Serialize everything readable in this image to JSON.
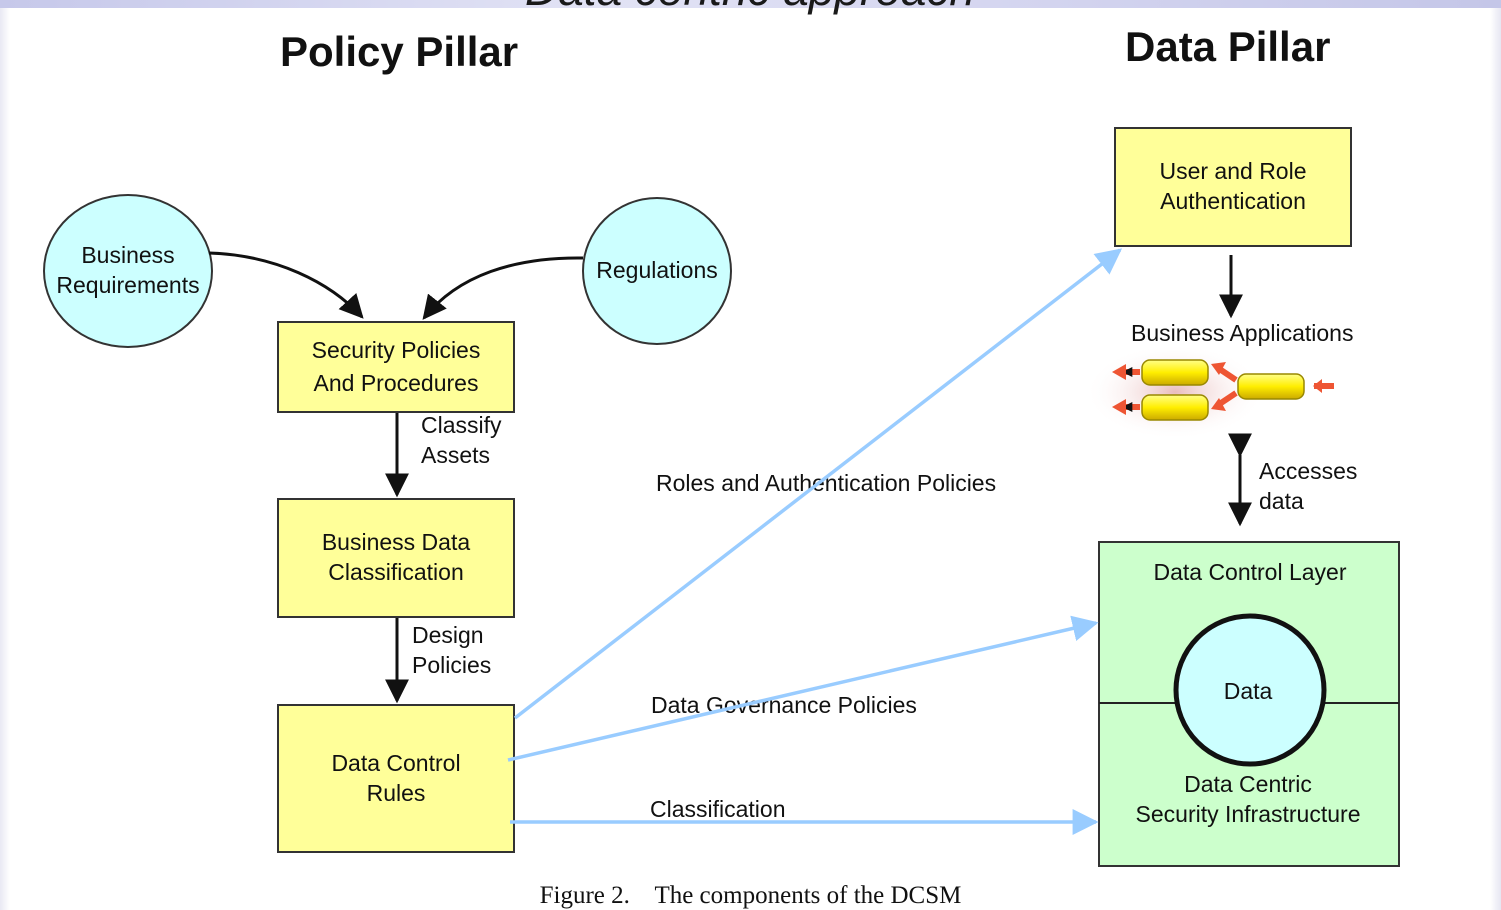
{
  "slide_title": "Data centric approach",
  "policy_pillar": {
    "title": "Policy Pillar",
    "business_requirements": "Business\nRequirements",
    "regulations": "Regulations",
    "security_policies": "Security Policies\nAnd Procedures",
    "classify_assets": "Classify\nAssets",
    "business_data_classification": "Business Data\nClassification",
    "design_policies": "Design\nPolicies",
    "data_control_rules": "Data Control\nRules"
  },
  "flows": {
    "roles_auth_policies": "Roles and Authentication Policies",
    "data_governance_policies": "Data Governance Policies",
    "classification": "Classification"
  },
  "data_pillar": {
    "title": "Data Pillar",
    "user_role_auth": "User and Role\nAuthentication",
    "business_applications": "Business Applications",
    "accesses_data": "Accesses\ndata",
    "data_control_layer": "Data Control Layer",
    "data": "Data",
    "dcsi": "Data Centric\nSecurity Infrastructure"
  },
  "caption": "Figure 2.    The components of the DCSM",
  "colors": {
    "yellow_box": "#ffff99",
    "cyan_circle": "#ccffff",
    "green_layer": "#ccffcc",
    "flow_arrow": "#99ccff"
  }
}
